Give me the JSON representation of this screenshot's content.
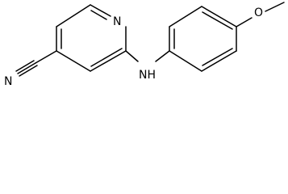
{
  "molecule": {
    "atom_labels": {
      "pyridine_n": "N",
      "nitrile_n": "N",
      "amine": "NH",
      "methoxy_o": "O"
    }
  }
}
